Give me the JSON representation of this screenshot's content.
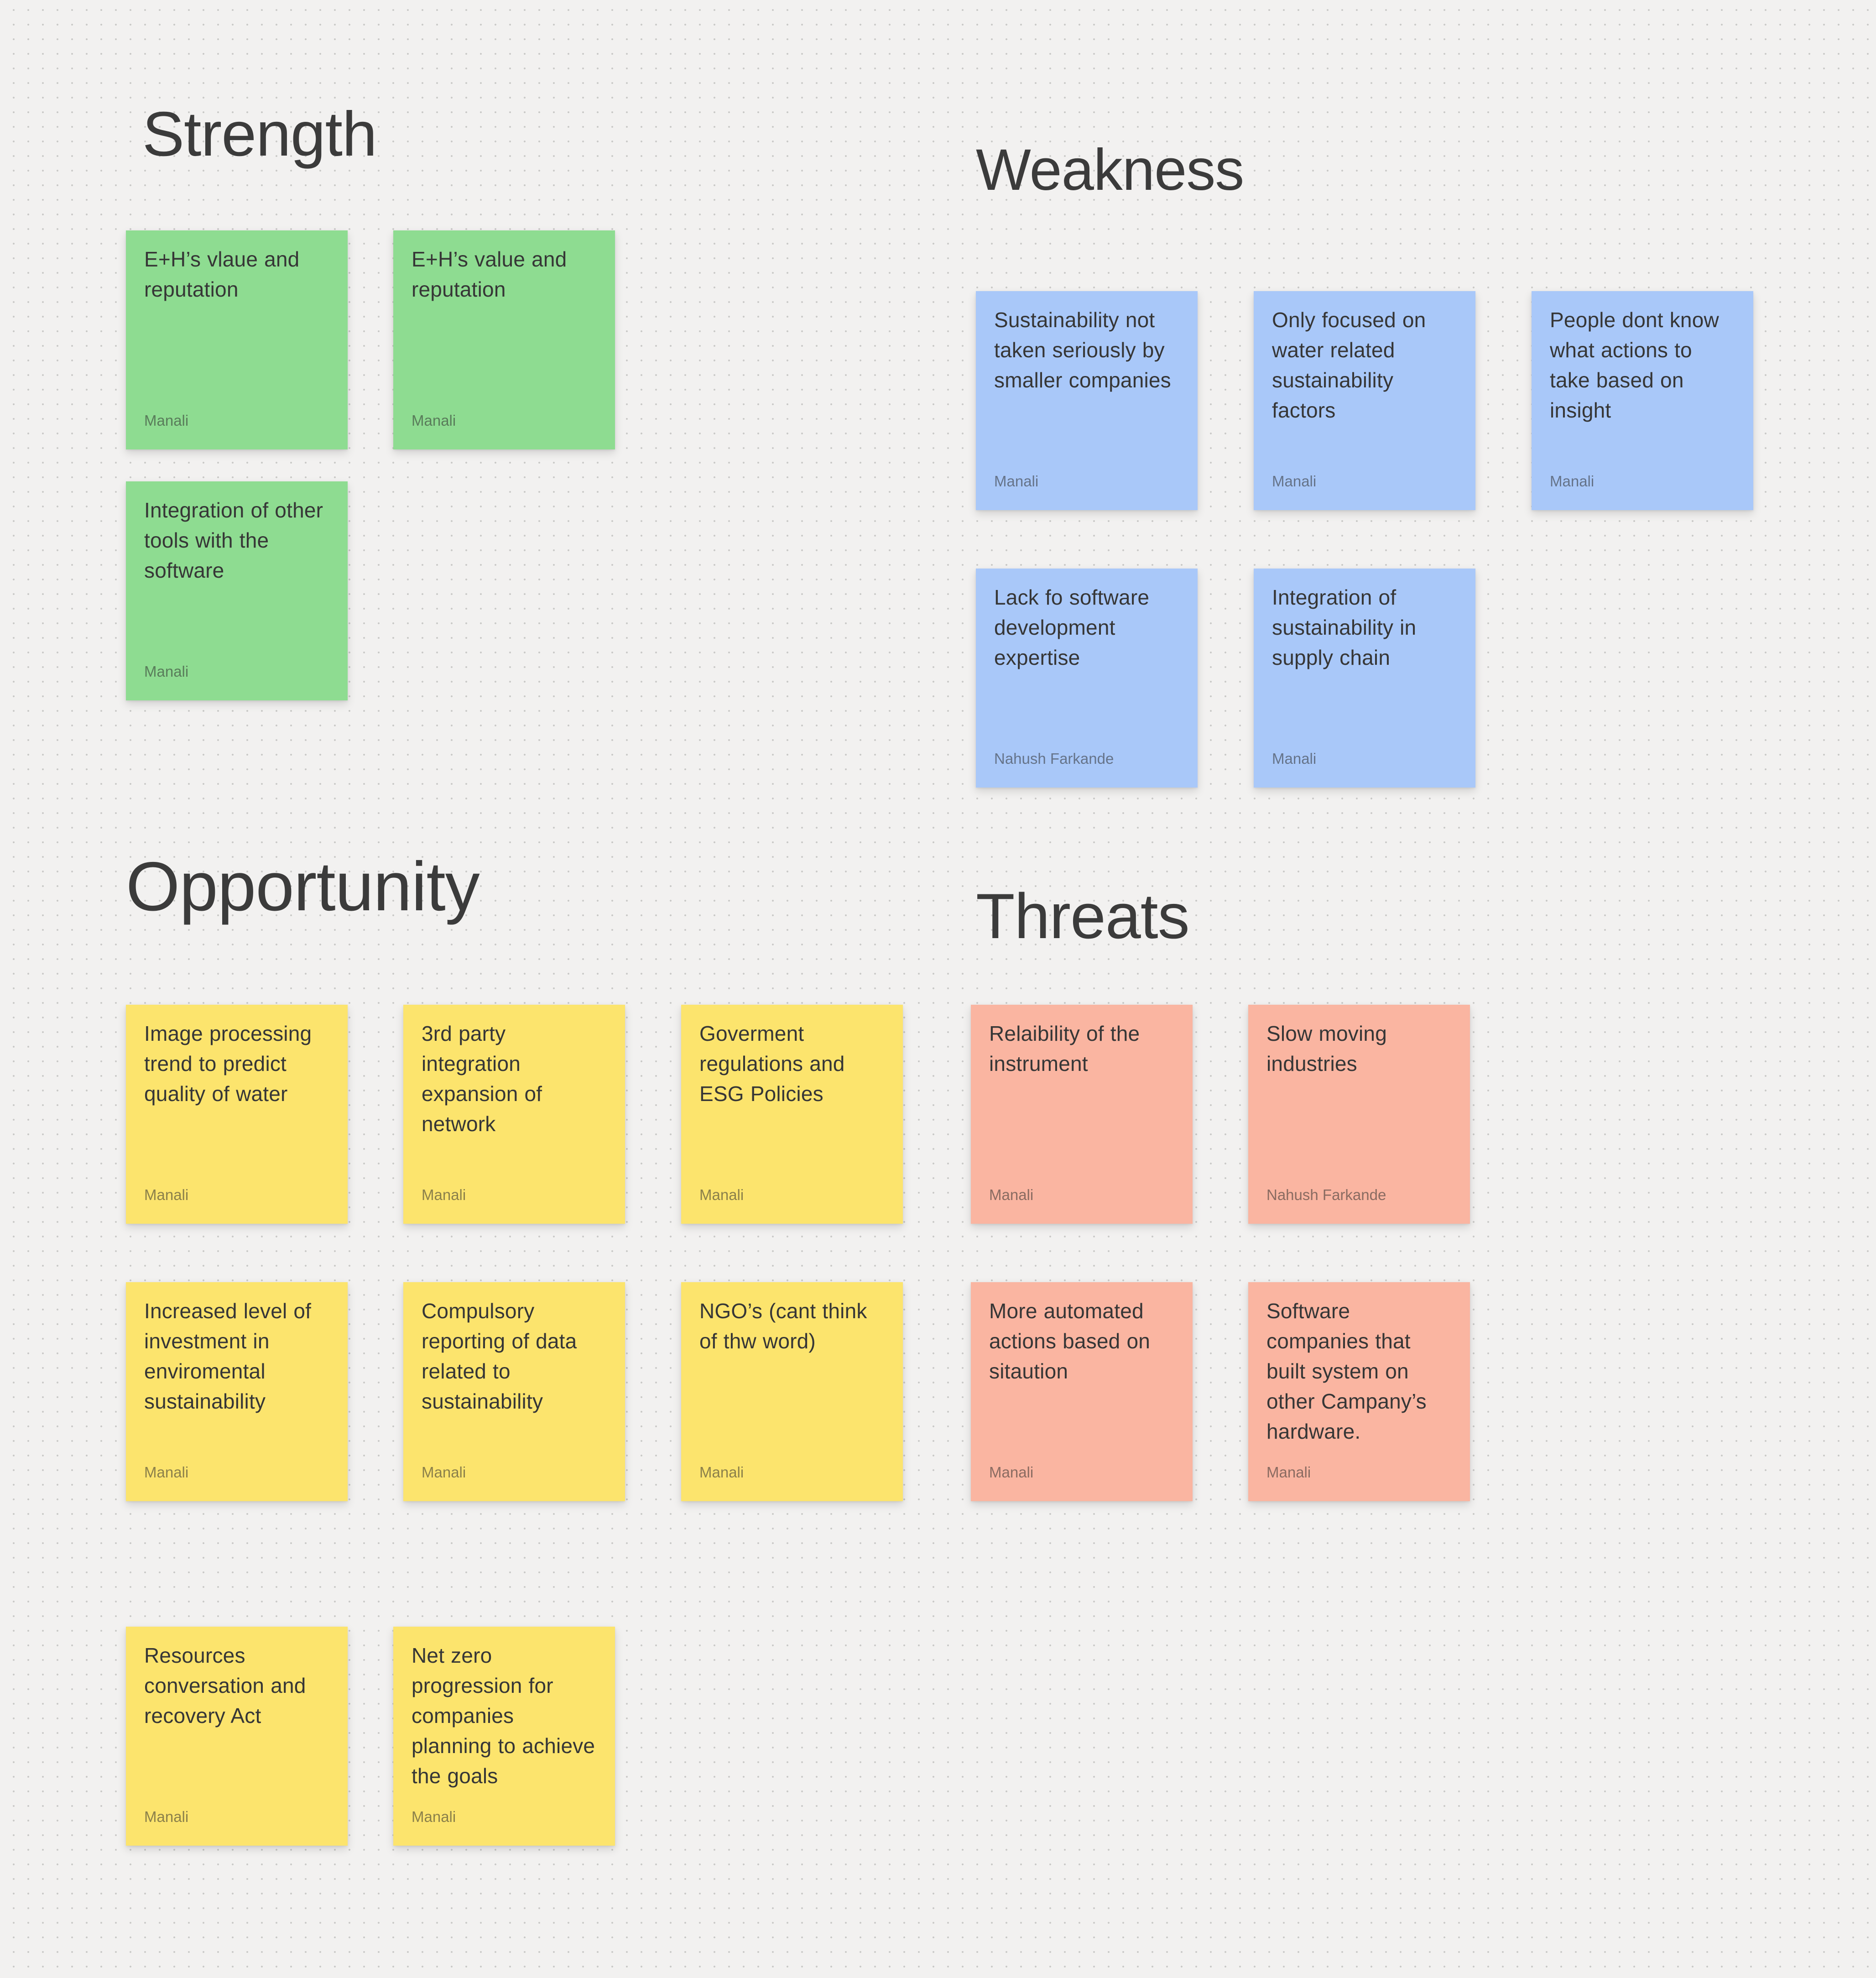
{
  "board": {
    "background_color": "#f2f1f0",
    "dot_grid_color": "#c9c9c7",
    "note_text_color": "#363636",
    "title_color": "#3b3b3b"
  },
  "sections": [
    {
      "id": "strength",
      "title": "Strength",
      "color": "#8edc91",
      "notes": [
        {
          "text": "E+H’s vlaue and reputation",
          "author": "Manali"
        },
        {
          "text": "E+H’s value and reputation",
          "author": "Manali"
        },
        {
          "text": "Integration of other tools with the software",
          "author": "Manali"
        }
      ]
    },
    {
      "id": "weakness",
      "title": "Weakness",
      "color": "#a9c8f9",
      "notes": [
        {
          "text": "Sustainability not taken seriously by smaller companies",
          "author": "Manali"
        },
        {
          "text": "Only focused on water related sustainability factors",
          "author": "Manali"
        },
        {
          "text": "People dont know what actions to take based on insight",
          "author": "Manali"
        },
        {
          "text": "Lack fo software development expertise",
          "author": "Nahush Farkande"
        },
        {
          "text": "Integration of sustainability in supply chain",
          "author": "Manali"
        }
      ]
    },
    {
      "id": "opportunity",
      "title": "Opportunity",
      "color": "#fce46d",
      "notes": [
        {
          "text": "Image processing trend to predict quality of water",
          "author": "Manali"
        },
        {
          "text": "3rd party integration expansion of network",
          "author": "Manali"
        },
        {
          "text": "Goverment regulations and ESG Policies",
          "author": "Manali"
        },
        {
          "text": "Increased level of investment in enviromental sustainability",
          "author": "Manali"
        },
        {
          "text": "Compulsory reporting of data related to sustainability",
          "author": "Manali"
        },
        {
          "text": "NGO’s (cant think of thw word)",
          "author": "Manali"
        },
        {
          "text": "Resources conversation and recovery Act",
          "author": "Manali"
        },
        {
          "text": "Net zero progression for companies planning to achieve the goals",
          "author": "Manali"
        }
      ]
    },
    {
      "id": "threats",
      "title": "Threats",
      "color": "#fab5a1",
      "notes": [
        {
          "text": "Relaibility of the instrument",
          "author": "Manali"
        },
        {
          "text": "Slow moving industries",
          "author": "Nahush Farkande"
        },
        {
          "text": "More automated actions based on sitaution",
          "author": "Manali"
        },
        {
          "text": "Software companies that built system on other Campany’s hardware.",
          "author": "Manali"
        }
      ]
    }
  ]
}
